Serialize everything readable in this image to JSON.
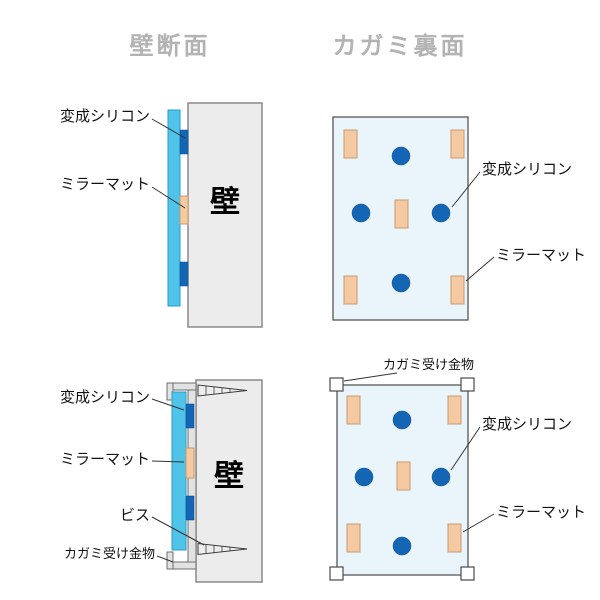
{
  "headers": {
    "left": "壁断面",
    "right": "カガミ裏面"
  },
  "labels": {
    "silicone": "変成シリコン",
    "mat": "ミラーマット",
    "wall": "壁",
    "screw": "ビス",
    "hardware": "カガミ受け金物"
  },
  "colors": {
    "header_text": "#b3b3b3",
    "mirror_glass": "#4fc3e8",
    "silicone_blue": "#1565b5",
    "mat_tan": "#f5c9a2",
    "wall_fill": "#ececec",
    "panel_fill": "#e9f4fb",
    "hardware_fill": "#e2e2e2",
    "line_color": "#333333"
  },
  "diagrams": {
    "top_left": {
      "section": "壁断面",
      "shows": [
        "変成シリコン",
        "ミラーマット",
        "壁"
      ]
    },
    "top_right": {
      "section": "カガミ裏面",
      "shows": [
        "変成シリコン",
        "ミラーマット"
      ]
    },
    "bottom_left": {
      "section": "壁断面",
      "shows": [
        "変成シリコン",
        "ミラーマット",
        "壁",
        "ビス",
        "カガミ受け金物"
      ]
    },
    "bottom_right": {
      "section": "カガミ裏面",
      "shows": [
        "カガミ受け金物",
        "変成シリコン",
        "ミラーマット"
      ]
    }
  }
}
